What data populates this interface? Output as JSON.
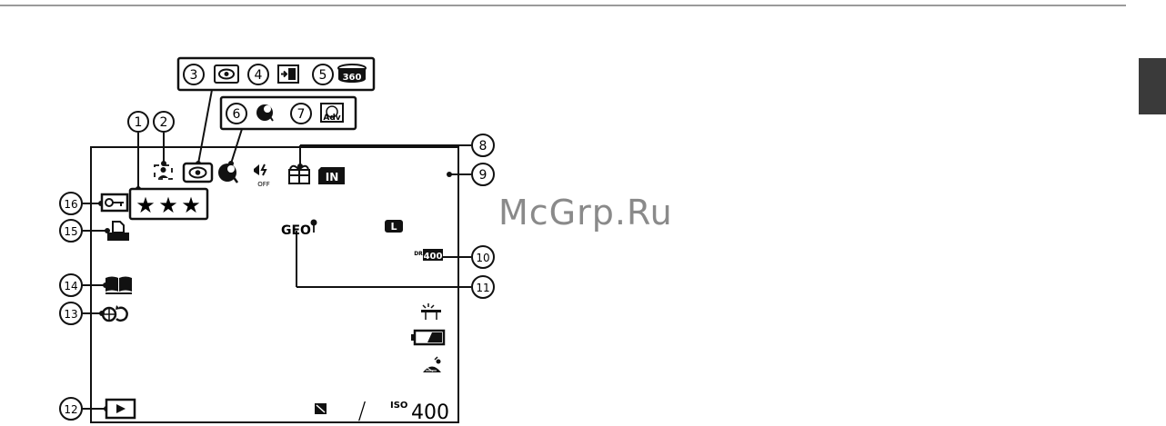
{
  "callouts": {
    "c1": "1",
    "c2": "2",
    "c3": "3",
    "c4": "4",
    "c5": "5",
    "c6": "6",
    "c7": "7",
    "c8": "8",
    "c9": "9",
    "c10": "10",
    "c11": "11",
    "c12": "12",
    "c13": "13",
    "c14": "14",
    "c15": "15",
    "c16": "16"
  },
  "display": {
    "geo_label": "GEO",
    "dr_value": "400",
    "dr_label": "DR",
    "iso_label": "ISO",
    "iso_value": "400",
    "ev_separator": "/",
    "flash_off": "OFF",
    "size_label": "L",
    "internal_memory": "IN",
    "panorama_label": "360",
    "adv_label": "Adv"
  },
  "icons": {
    "star-icon": "★",
    "protect-icon": "key",
    "print-icon": "printer",
    "photobook-icon": "book",
    "image-search-icon": "globe-arrow",
    "playback-icon": "play"
  },
  "watermark": "McGrp.Ru",
  "colors": {
    "line": "#111111",
    "rule": "#9a9a9a",
    "tab": "#3a3a3a",
    "watermark": "#8a8a8a"
  }
}
